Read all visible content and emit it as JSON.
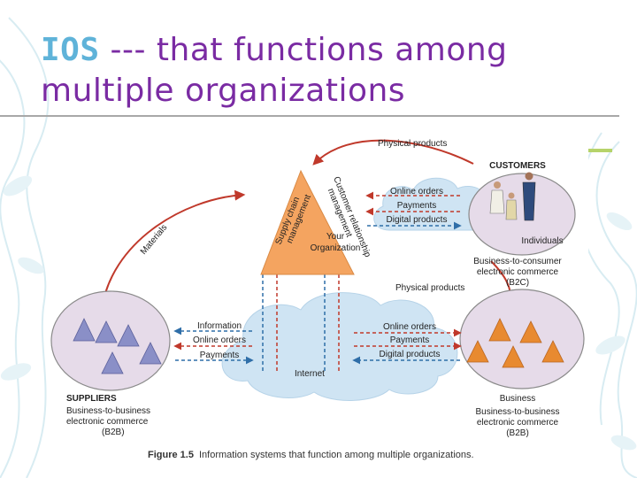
{
  "slide": {
    "title_keyword": "IOS",
    "title_rest": " --- that functions among multiple organizations"
  },
  "figure": {
    "caption_number": "Figure 1.5",
    "caption_text": "Information systems that function among multiple organizations.",
    "center": {
      "line1": "Your",
      "line2": "Organization"
    },
    "side_labels": {
      "supply_chain": [
        "Supply chain",
        "management"
      ],
      "customer_rel": [
        "Customer relationship",
        "management"
      ],
      "materials": "Materials"
    },
    "customers": {
      "title": "CUSTOMERS",
      "sub": "Individuals",
      "desc": [
        "Business-to-consumer",
        "electronic commerce",
        "(B2C)"
      ]
    },
    "suppliers": {
      "title": "SUPPLIERS",
      "desc": [
        "Business-to-business",
        "electronic commerce",
        "(B2B)"
      ]
    },
    "business": {
      "title": "Business",
      "desc": [
        "Business-to-business",
        "electronic commerce",
        "(B2B)"
      ]
    },
    "cloud_top": [
      "Online orders",
      "Payments",
      "Digital products"
    ],
    "internet": "Internet",
    "left_flows": [
      "Information",
      "Online orders",
      "Payments"
    ],
    "right_flows": [
      "Online orders",
      "Payments",
      "Digital products"
    ],
    "physical_top": "Physical products",
    "physical_mid": "Physical products",
    "colors": {
      "title": "#7a2ba3",
      "keyword": "#5fb3d9",
      "triangle": "#f4a460",
      "oval": "#e6dbe9",
      "supplier_tri": "#8a8fc7",
      "business_tri": "#e88a30",
      "cloud": "#cfe4f3",
      "arrow_red": "#c0392b",
      "arrow_blue": "#2f6ea8"
    }
  }
}
